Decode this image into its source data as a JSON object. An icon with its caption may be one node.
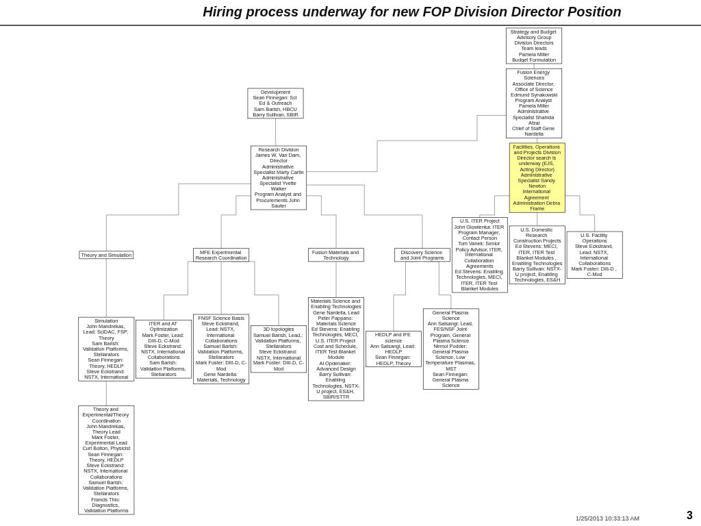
{
  "diagram": {
    "title": "Hiring process underway for new FOP Division Director Position",
    "nodes": [
      {
        "text": [
          "Strategy and Budget Advisory Group",
          "Division Directors",
          "Team leads",
          "Pamela Miller",
          "Budget Formulation"
        ]
      },
      {
        "text": [
          "Fusion Energy Sciences",
          "Associate Director, Office of Science",
          "Edmund Synakowski",
          "Program Analyst Pamela Miller",
          "Administrative Specialist Shahida Afzal",
          "Chief of Staff Gene Nardella"
        ]
      },
      {
        "text": [
          "Development",
          "Sean Finnegan: Sci Ed & Outreach",
          "Sam Barish, HBCU",
          "Barry Sullivan, SBIR"
        ]
      },
      {
        "text": [
          "Research Division",
          "James W. Van Dam, Director",
          "Administrative Specialist Marty Carlin",
          "Administrative Specialist Yvette Walker",
          "Program Analyst and Procurements John Sauter"
        ]
      },
      {
        "text": [
          "Facilities, Operations and Projects Division",
          "Director search is underway (EJS, Acting Director)",
          "Administrative Specialist Sandy Newton",
          "International Agreement Administration Debra Frame"
        ]
      },
      {
        "text": [
          "Theory and Simulation"
        ]
      },
      {
        "text": [
          "MFE Experimental Research Coordination"
        ]
      },
      {
        "text": [
          "Fusion Materials and Technology"
        ]
      },
      {
        "text": [
          "Discovery Science and Joint Programs"
        ]
      },
      {
        "text": [
          "U.S. ITER Project",
          "John Glowienka: ITER Program Manager, Contact Person",
          "Tom Vanek: Senior Policy Advisor, ITER, International Collaboration Agreements",
          "Ed Stevens: Enabling Technologies, MECI, ITER, ITER Test Blanket Modules"
        ]
      },
      {
        "text": [
          "U.S. Domestic Research Construction Projects",
          "Ed Stevens: MECI, ITER, ITER Test Blanket Modules , Enabling Technologies",
          "Barry Sullivan: NSTX-U project, Enabling Technologies, ES&H"
        ]
      },
      {
        "text": [
          "U.S. Facility Operations",
          "Steve Eckstrand, Lead: NSTX, International Collaborations",
          "Mark Foster: DIII-D , C-Mod"
        ]
      },
      {
        "text": [
          "Simulation",
          "John Mandrekas, Lead: SciDAC, FSP, Theory",
          "Sam Barish: Validation Platforms, Stellarators",
          "Sean Finnegan: Theory, HEDLP",
          "Steve Eckstrand: NSTX, International"
        ]
      },
      {
        "text": [
          "Theory and Experimental/Theory Coordination",
          "John Mandrekas, Theory Lead",
          "Mark Foster, Experimental Lead",
          "Curt Bolton, Physicist",
          "Sean Finnegan: Theory, HEDLP",
          "Steve Eckstrand: NSTX, International Collaborations",
          "Samuel Barish: Validation Platforms, Stellarators",
          "Francis Thio: Diagnostics, Validation Platforms"
        ]
      },
      {
        "text": [
          "ITER and AT Optimization",
          "Mark Foster, Lead: DIII-D, C-Mod",
          "Steve Eckstrand: NSTX, International Collaborations",
          "Sam Barish: Validation Platforms, Stellarators"
        ]
      },
      {
        "text": [
          "FNSF Science Basis",
          "Steve Eckstrand, Lead: NSTX, International Collaborations",
          "Samuel Barish: Validation Platforms, Stellarators",
          "Mark Foster: DIII-D, C-Mod",
          "Gene Nardella: Materials, Technology"
        ]
      },
      {
        "text": [
          "3D topologies",
          "Samuel Barish, Lead,: Validation Platforms, Stellarators",
          "Steve Eckstrand: NSTX, International",
          "Mark Foster: DIII-D, C-Mod"
        ]
      },
      {
        "text": [
          "Materials Science and Enabling Technologies",
          "Gene Nardella, Lead",
          "Peter Pappano: Materials Science",
          "Ed Stevens: Enabling Technologies, MECI, U.S. ITER Project Cost and Schedule, ITER Test Blanket Module",
          "Al Opdenaker: Advanced Design",
          "Barry Sullivan: Enabling Technologies, NSTX-U project, ES&H, SBIR/STTR"
        ]
      },
      {
        "text": [
          "HEDLP and IFE science",
          "Ann Satsangi, Lead: HEDLP",
          "Sean Finnegan: HEDLP, Theory"
        ]
      },
      {
        "text": [
          "General Plasma Science",
          "Ann Satsangi: Lead, FES/NSF Joint Program, General Plasma Science",
          "Nirmol Podder: General Plasma Science, Low Temperature Plasmas, MST",
          "Sean Finnegan: General Plasma Science"
        ]
      }
    ],
    "edges": [
      {
        "from": 0,
        "to": 1,
        "arrow": "none"
      },
      {
        "from": 1,
        "to": 3,
        "arrow": "none"
      },
      {
        "from": 1,
        "to": 4,
        "arrow": "none"
      },
      {
        "from": 2,
        "to": 3,
        "arrow": "none"
      },
      {
        "from": 3,
        "to": 5,
        "arrow": "none"
      },
      {
        "from": 3,
        "to": 6,
        "arrow": "none"
      },
      {
        "from": 3,
        "to": 7,
        "arrow": "none"
      },
      {
        "from": 3,
        "to": 8,
        "arrow": "none"
      },
      {
        "from": 4,
        "to": 9,
        "arrow": "none"
      },
      {
        "from": 4,
        "to": 10,
        "arrow": "none"
      },
      {
        "from": 4,
        "to": 11,
        "arrow": "none"
      },
      {
        "from": 5,
        "to": 12,
        "arrow": "none"
      },
      {
        "from": 12,
        "to": 13,
        "arrow": "none"
      },
      {
        "from": 6,
        "to": 14,
        "arrow": "none"
      },
      {
        "from": 6,
        "to": 15,
        "arrow": "none"
      },
      {
        "from": 6,
        "to": 16,
        "arrow": "none"
      },
      {
        "from": 7,
        "to": 17,
        "arrow": "none"
      },
      {
        "from": 8,
        "to": 18,
        "arrow": "none"
      },
      {
        "from": 8,
        "to": 19,
        "arrow": "none"
      }
    ],
    "labels": [
      "1/25/2013 10:33:13 AM",
      "3"
    ]
  }
}
